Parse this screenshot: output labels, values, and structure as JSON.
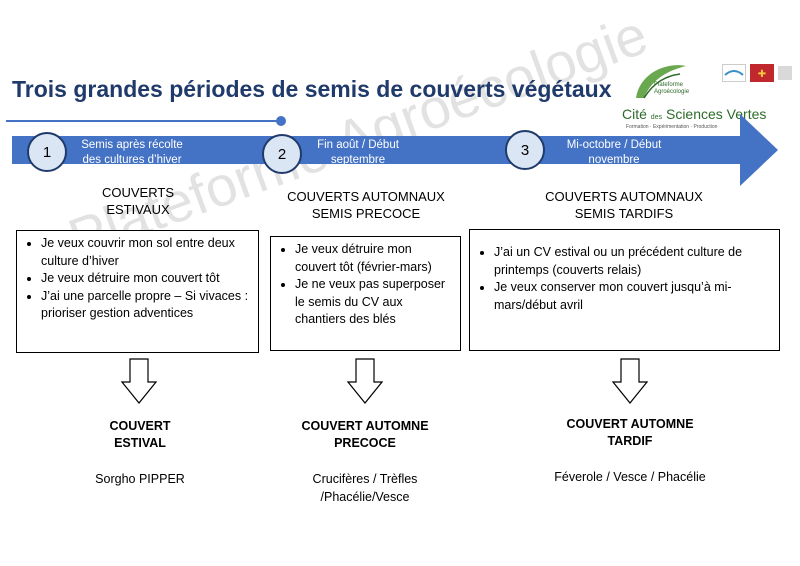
{
  "title": "Trois grandes périodes de semis de couverts végétaux",
  "watermark": "Plateforme Agroécologie",
  "logo": {
    "line_small": "Plateforme Agroécologie",
    "brand_prefix": "Cité",
    "brand_de": "des",
    "brand_main": "Sciences Vertes",
    "tagline": "Formation · Expérimentation · Production"
  },
  "colors": {
    "arrow": "#4472c4",
    "title": "#1f3a6b",
    "circle_fill": "#dbe6f4"
  },
  "periods": [
    {
      "number": "1",
      "arrow_label_1": "Semis après récolte",
      "arrow_label_2": "des cultures d’hiver",
      "heading_1": "COUVERTS",
      "heading_2": "ESTIVAUX",
      "bullets": [
        "Je veux couvrir mon sol entre deux culture d’hiver",
        "Je veux détruire mon couvert tôt",
        "J’ai une parcelle propre – Si vivaces : prioriser gestion adventices"
      ],
      "result_1": "COUVERT",
      "result_2": "ESTIVAL",
      "species_1": "Sorgho PIPPER",
      "species_2": ""
    },
    {
      "number": "2",
      "arrow_label_1": "Fin août / Début",
      "arrow_label_2": "septembre",
      "heading_1": "COUVERTS AUTOMNAUX",
      "heading_2": "SEMIS PRECOCE",
      "bullets": [
        "Je veux détruire mon couvert tôt (février-mars)",
        "Je ne veux pas superposer le semis du CV aux chantiers des blés"
      ],
      "result_1": "COUVERT AUTOMNE",
      "result_2": "PRECOCE",
      "species_1": "Crucifères / Trèfles",
      "species_2": "/Phacélie/Vesce"
    },
    {
      "number": "3",
      "arrow_label_1": "Mi-octobre / Début",
      "arrow_label_2": "novembre",
      "heading_1": "COUVERTS AUTOMNAUX",
      "heading_2": "SEMIS TARDIFS",
      "bullets": [
        "J’ai un CV estival ou un précédent culture de printemps (couverts relais)",
        "Je veux conserver mon couvert jusqu’à mi-mars/début avril"
      ],
      "result_1": "COUVERT AUTOMNE",
      "result_2": "TARDIF",
      "species_1": "Féverole / Vesce / Phacélie",
      "species_2": ""
    }
  ]
}
